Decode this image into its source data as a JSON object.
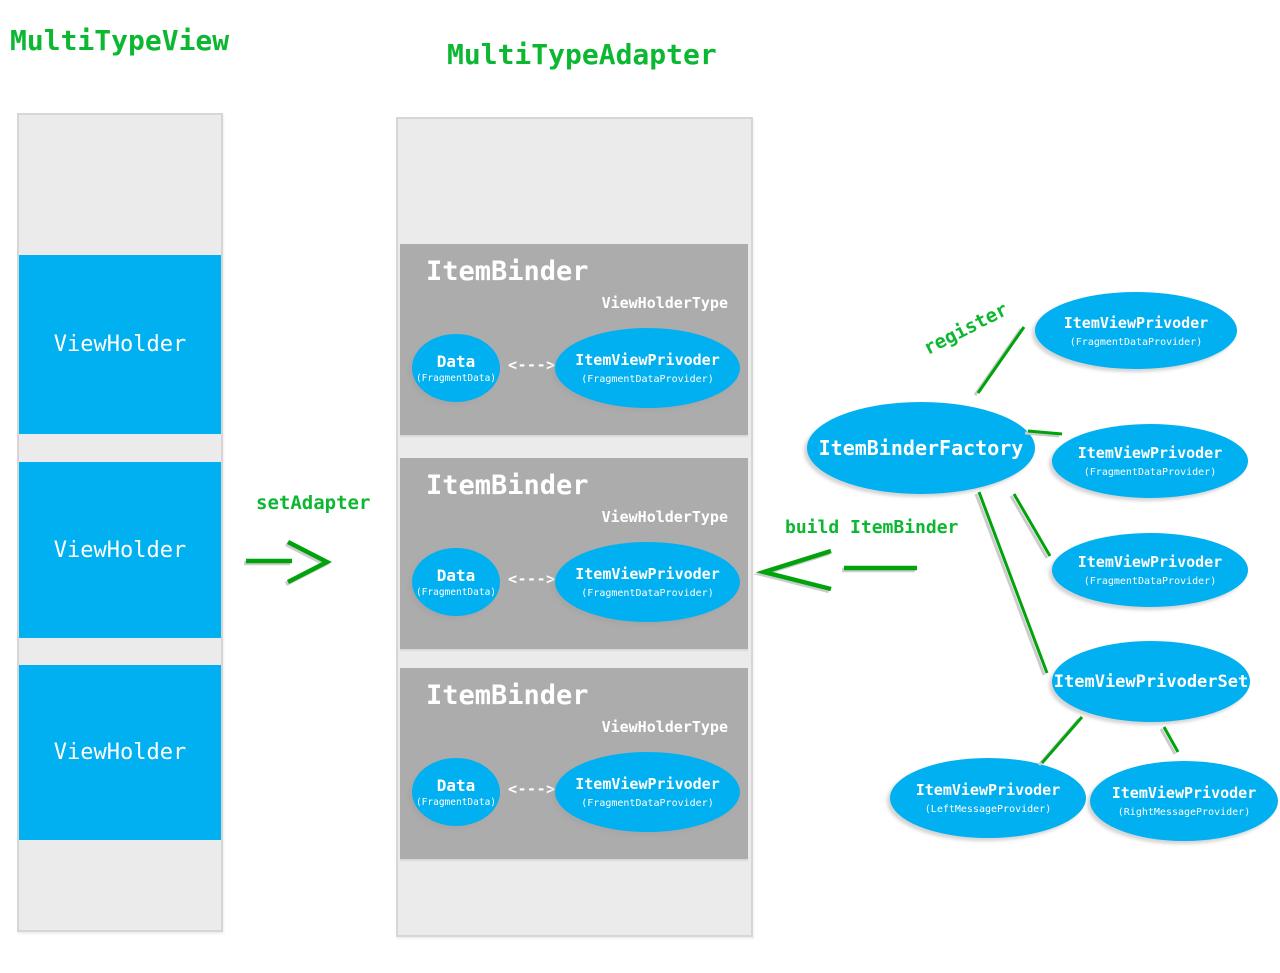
{
  "colors": {
    "accent-green": "#0cb832",
    "line-green": "#00a30b",
    "node-blue": "#00b0f0",
    "binder-gray": "#acacac",
    "panel-bg": "#ebebeb",
    "panel-border": "#d6d6d6"
  },
  "titles": {
    "view": "MultiTypeView",
    "adapter": "MultiTypeAdapter"
  },
  "annotations": {
    "set_adapter": "setAdapter",
    "build_item_binder": "build ItemBinder",
    "register": "register"
  },
  "view_panel": {
    "viewholders": [
      {
        "label": "ViewHolder"
      },
      {
        "label": "ViewHolder"
      },
      {
        "label": "ViewHolder"
      }
    ]
  },
  "adapter_panel": {
    "binders": [
      {
        "title": "ItemBinder",
        "viewholder_type": "ViewHolderType",
        "link_arrow": "<--->",
        "data_node": {
          "name": "Data",
          "impl": "(FragmentData)"
        },
        "provider_node": {
          "name": "ItemViewPrivoder",
          "impl": "(FragmentDataProvider)"
        }
      },
      {
        "title": "ItemBinder",
        "viewholder_type": "ViewHolderType",
        "link_arrow": "<--->",
        "data_node": {
          "name": "Data",
          "impl": "(FragmentData)"
        },
        "provider_node": {
          "name": "ItemViewPrivoder",
          "impl": "(FragmentDataProvider)"
        }
      },
      {
        "title": "ItemBinder",
        "viewholder_type": "ViewHolderType",
        "link_arrow": "<--->",
        "data_node": {
          "name": "Data",
          "impl": "(FragmentData)"
        },
        "provider_node": {
          "name": "ItemViewPrivoder",
          "impl": "(FragmentDataProvider)"
        }
      }
    ]
  },
  "factory_graph": {
    "factory": {
      "name": "ItemBinderFactory"
    },
    "nodes": [
      {
        "name": "ItemViewPrivoder",
        "impl": "(FragmentDataProvider)"
      },
      {
        "name": "ItemViewPrivoder",
        "impl": "(FragmentDataProvider)"
      },
      {
        "name": "ItemViewPrivoder",
        "impl": "(FragmentDataProvider)"
      },
      {
        "name": "ItemViewPrivoderSet",
        "impl": ""
      },
      {
        "name": "ItemViewPrivoder",
        "impl": "(LeftMessageProvider)"
      },
      {
        "name": "ItemViewPrivoder",
        "impl": "(RightMessageProvider)"
      }
    ]
  }
}
